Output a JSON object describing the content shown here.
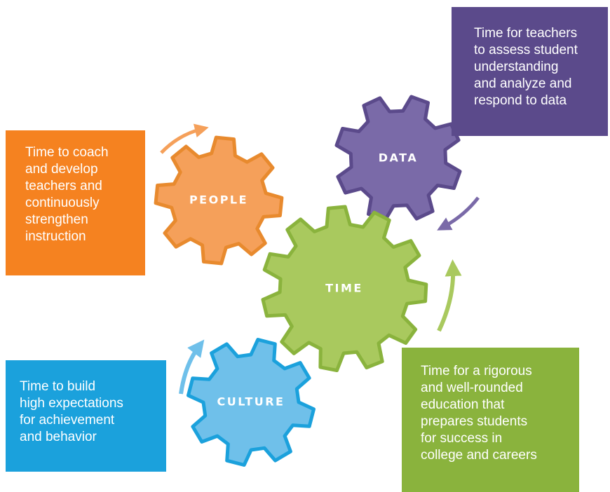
{
  "colors": {
    "people": "#f58220",
    "people_gear": "#f5a05a",
    "people_gear_stroke": "#e88a2e",
    "data": "#5b4a8b",
    "data_gear": "#7a6aa8",
    "data_gear_stroke": "#5b4a8b",
    "culture": "#1ba1dc",
    "culture_gear": "#6fc0ea",
    "culture_gear_stroke": "#1ba1dc",
    "time": "#8ab33d",
    "time_gear": "#a9c95e",
    "time_gear_stroke": "#8ab33d"
  },
  "gears": {
    "time": "TIME",
    "people": "PEOPLE",
    "data": "DATA",
    "culture": "CULTURE"
  },
  "boxes": {
    "people": {
      "lines": [
        "Time to coach",
        "and develop",
        "teachers and",
        "continuously",
        "strengthen",
        "instruction"
      ]
    },
    "data": {
      "lines": [
        "Time for teachers",
        "to assess student",
        "understanding",
        "and analyze and",
        "respond to data"
      ]
    },
    "culture": {
      "lines": [
        "Time to build",
        "high expectations",
        "for achievement",
        "and behavior"
      ]
    },
    "time": {
      "lines": [
        "Time for a rigorous",
        "and well-rounded",
        "education that",
        "prepares students",
        "for success in",
        "college and careers"
      ]
    }
  }
}
